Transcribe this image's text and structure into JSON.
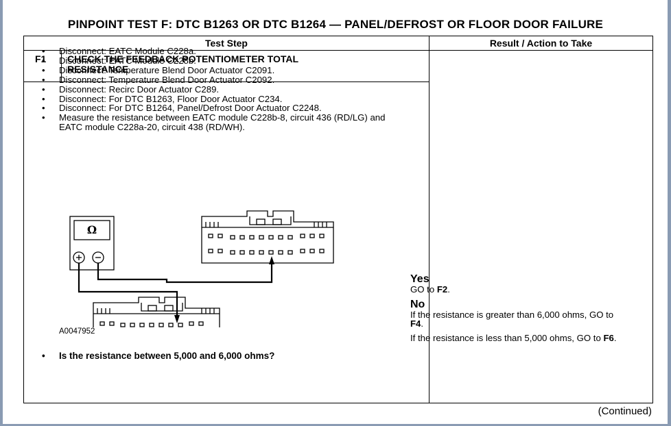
{
  "title": "PINPOINT TEST  F: DTC B1263 OR DTC B1264 — PANEL/DEFROST OR FLOOR DOOR FAILURE",
  "table": {
    "col_test_step": "Test Step",
    "col_result": "Result / Action to Take",
    "step_id": "F1",
    "step_title": "CHECK THE FEEDBACK POTENTIOMETER TOTAL RESISTANCE",
    "instructions": [
      "Disconnect: EATC Module C228a.",
      "Disconnect: EATC Module C228b.",
      "Disconnect: Temperature Blend Door Actuator C2091.",
      "Disconnect: Temperature Blend Door Actuator C2092.",
      "Disconnect: Recirc Door Actuator C289.",
      "Disconnect: For DTC B1263, Floor Door Actuator C234.",
      "Disconnect: For DTC B1264, Panel/Defrost Door Actuator C2248.",
      "Measure the resistance between EATC module C228b-8, circuit 436 (RD/LG) and EATC module C228a-20, circuit 438 (RD/WH)."
    ],
    "figure": {
      "meter_symbol": "Ω",
      "plus": "+",
      "minus": "−",
      "figure_id": "A0047952"
    },
    "question": "Is the resistance between 5,000 and 6,000 ohms?",
    "result": {
      "yes_label": "Yes",
      "yes_text_prefix": "GO to ",
      "yes_target": "F2",
      "yes_suffix": ".",
      "no_label": "No",
      "no1_prefix": "If the resistance is greater than 6,000 ohms, GO to ",
      "no1_target": "F4",
      "no1_suffix": ".",
      "no2_prefix": "If the resistance is less than 5,000 ohms, GO to ",
      "no2_target": "F6",
      "no2_suffix": "."
    }
  },
  "continued": "(Continued)"
}
